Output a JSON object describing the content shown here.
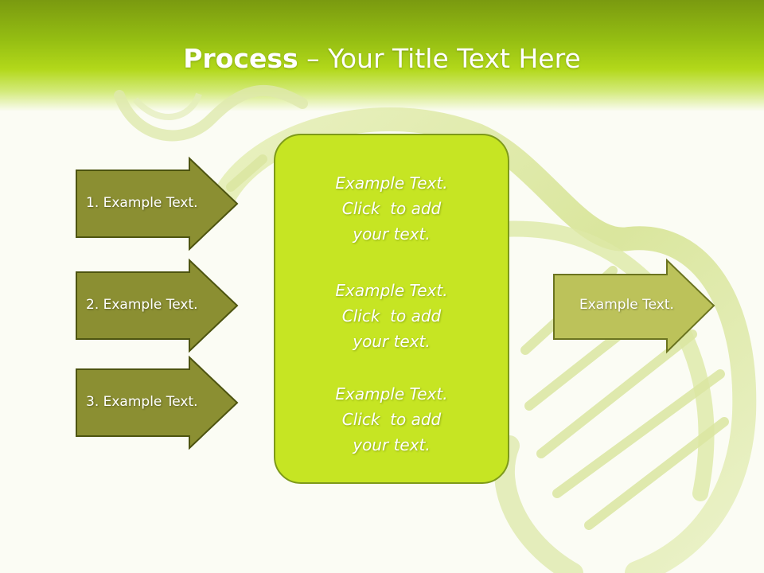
{
  "title": {
    "bold": "Process",
    "rest": " – Your Title Text Here"
  },
  "left_arrows": [
    {
      "label": "1. Example Text."
    },
    {
      "label": "2. Example Text."
    },
    {
      "label": "3. Example Text."
    }
  ],
  "center_blocks": [
    {
      "lines": [
        "Example Text.",
        "Click  to add",
        "your text."
      ]
    },
    {
      "lines": [
        "Example Text.",
        "Click  to add",
        "your text."
      ]
    },
    {
      "lines": [
        "Example Text.",
        "Click  to add",
        "your text."
      ]
    }
  ],
  "right_arrow": {
    "label": "Example Text."
  },
  "colors": {
    "header_green": "#94bd12",
    "dark_arrow": "#8b8f32",
    "light_arrow": "#bcc25a",
    "center_box": "#c6e523"
  }
}
